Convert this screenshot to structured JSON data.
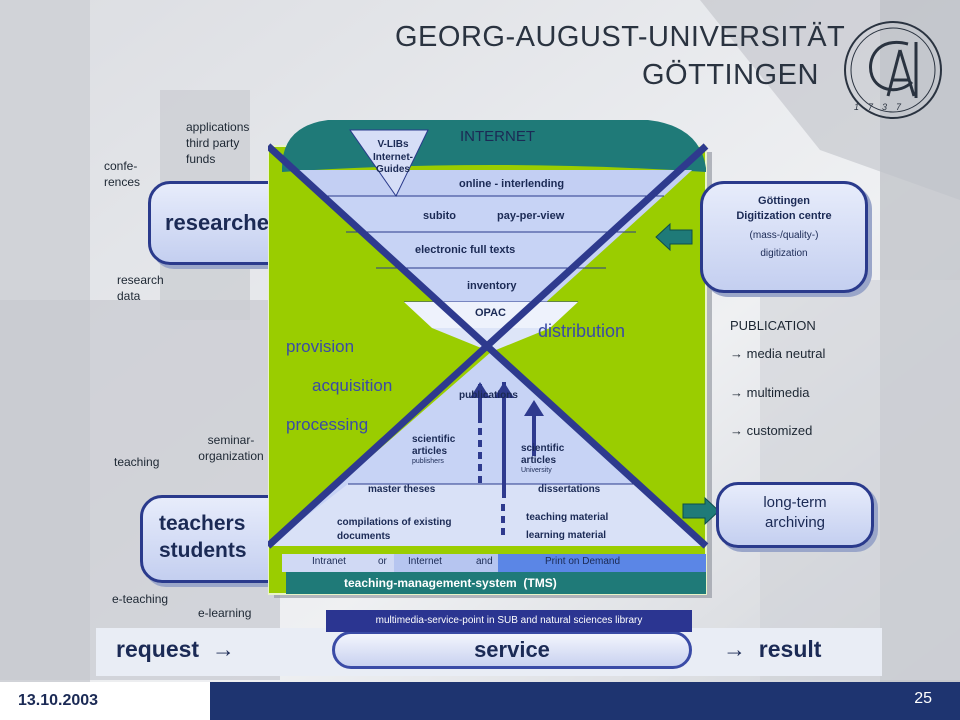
{
  "header": {
    "line1": "GEORG-AUGUST-UNIVERSITÄT",
    "line2": "GÖTTINGEN",
    "seal_text": "1737"
  },
  "left": {
    "applications": [
      "applications",
      "third party",
      "funds"
    ],
    "conferences": [
      "confe-",
      "rences"
    ],
    "research_data": [
      "research",
      "data"
    ],
    "researcher_pill": "researcher",
    "teaching": "teaching",
    "seminar": [
      "seminar-",
      "organization"
    ],
    "teachers_pill": [
      "teachers",
      "students"
    ],
    "e_teaching": "e-teaching",
    "e_learning": "e-learning"
  },
  "center": {
    "internet": "INTERNET",
    "vlibs": [
      "V-LIBs",
      "Internet-",
      "Guides"
    ],
    "online": "online - interlending",
    "subito": "subito",
    "ppv": "pay-per-view",
    "eft": "electronic full texts",
    "inventory": "inventory",
    "opac": "OPAC",
    "provision": "provision",
    "acquisition": "acquisition",
    "processing": "processing",
    "distribution": "distribution",
    "publications": "publications",
    "sci_pub": [
      "scientific",
      "articles",
      "publishers"
    ],
    "sci_uni": [
      "scientific",
      "articles",
      "University"
    ],
    "master": "master theses",
    "diss": "dissertations",
    "comp": [
      "compilations of existing",
      "documents"
    ],
    "tm1": "teaching material",
    "tm2": "learning material",
    "intranet": "Intranet",
    "or": "or",
    "internet2": "Internet",
    "and": "and",
    "pod": "Print on Demand",
    "tms": "teaching-management-system  (TMS)"
  },
  "right": {
    "gdz": [
      "Göttingen",
      "Digitization centre",
      "(mass-/quality-)",
      "digitization"
    ],
    "publication": "PUBLICATION",
    "pub_items": [
      "→ media neutral",
      "→ multimedia",
      "→ customized"
    ],
    "archiving": [
      "long-term",
      "archiving"
    ]
  },
  "bottom": {
    "mms": "multimedia-service-point in SUB and natural sciences library",
    "request": "request",
    "service": "service",
    "result": "result",
    "arrow": "→"
  },
  "footer": {
    "date": "13.10.2003",
    "page": "25"
  },
  "colors": {
    "navy": "#1e3470",
    "green": "#9acd00",
    "teal": "#1f7a78",
    "funnel": "#c7d3f5"
  }
}
